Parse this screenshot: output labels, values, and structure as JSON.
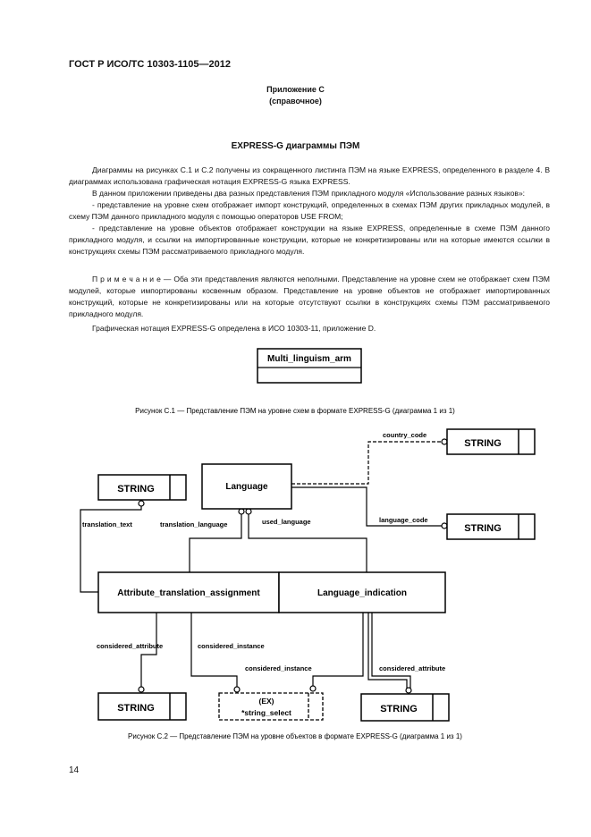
{
  "header": {
    "standard": "ГОСТ Р ИСО/ТС 10303-1105—2012"
  },
  "annex": {
    "title": "Приложение С",
    "subtitle": "(справочное)"
  },
  "section": {
    "title": "EXPRESS-G диаграммы ПЭМ"
  },
  "paragraphs": [
    "Диаграммы на рисунках С.1 и С.2 получены из сокращенного листинга ПЭМ на языке EXPRESS, определенного в разделе 4. В диаграммах использована графическая нотация EXPRESS-G языка EXPRESS.",
    "В данном приложении приведены два разных представления ПЭМ прикладного модуля «Использование разных языков»:",
    "- представление на уровне схем отображает импорт конструкций, определенных в схемах ПЭМ других прикладных модулей, в схему ПЭМ данного прикладного модуля с помощью операторов USE FROM;",
    "- представление на уровне объектов отображает конструкции на языке EXPRESS, определенные в схеме ПЭМ данного прикладного модуля, и ссылки на импортированные конструкции, которые не конкретизированы или на которые имеются ссылки в конструкциях схемы ПЭМ рассматриваемого прикладного модуля."
  ],
  "note": {
    "label": "П р и м е ч а н и е —",
    "text": " Оба эти представления являются неполными. Представление на уровне схем не отображает схем ПЭМ модулей, которые импортированы косвенным образом. Представление на уровне объектов не отображает импортированных конструкций, которые не конкретизированы или на которые отсутствуют ссылки в конструкциях схемы ПЭМ рассматриваемого прикладного модуля."
  },
  "notation_line": "Графическая нотация EXPRESS-G определена в ИСО 10303-11, приложение D.",
  "figure1": {
    "schema_name": "Multi_linguism_arm",
    "caption": "Рисунок С.1 — Представление ПЭМ на уровне схем в формате EXPRESS-G (диаграмма 1 из 1)"
  },
  "figure2": {
    "entities": {
      "language": "Language",
      "ata": "Attribute_translation_assignment",
      "lang_ind": "Language_indication",
      "ex_line1": "(EX)",
      "ex_line2": "*string_select",
      "string_top_right": "STRING",
      "string_left": "STRING",
      "string_mid_right": "STRING",
      "string_bottom_left": "STRING",
      "string_bottom_right": "STRING"
    },
    "labels": {
      "country_code": "country_code",
      "language_code": "language_code",
      "translation_text": "translation_text",
      "translation_language": "translation_language",
      "used_language": "used_language",
      "considered_attribute_left": "considered_attribute",
      "considered_instance_left": "considered_instance",
      "considered_instance_right": "considered_instance",
      "considered_attribute_right": "considered_attribute"
    },
    "caption": "Рисунок С.2 — Представление ПЭМ на уровне объектов в формате EXPRESS-G (диаграмма 1 из 1)"
  },
  "page_number": "14"
}
